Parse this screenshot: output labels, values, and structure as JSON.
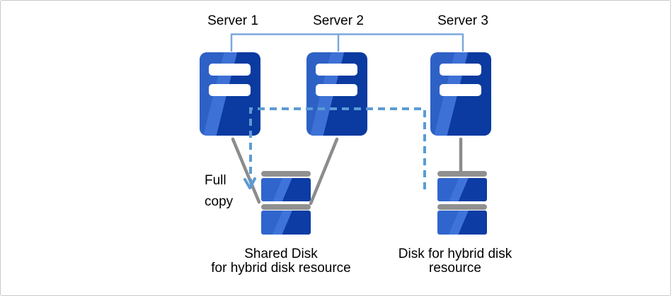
{
  "labels": {
    "server1": "Server 1",
    "server2": "Server 2",
    "server3": "Server 3",
    "full_copy_line1": "Full",
    "full_copy_line2": "copy",
    "shared_disk_line1": "Shared Disk",
    "shared_disk_line2": "for hybrid disk resource",
    "hybrid_disk_line1": "Disk for hybrid disk",
    "hybrid_disk_line2": "resource"
  },
  "structure": {
    "type": "cluster-topology-diagram",
    "servers": [
      "Server 1",
      "Server 2",
      "Server 3"
    ],
    "disks": [
      "Shared Disk for hybrid disk resource",
      "Disk for hybrid disk resource"
    ],
    "connections": [
      {
        "from": "Server 1",
        "to": "Shared Disk for hybrid disk resource",
        "style": "solid-gray"
      },
      {
        "from": "Server 2",
        "to": "Shared Disk for hybrid disk resource",
        "style": "solid-gray"
      },
      {
        "from": "Server 3",
        "to": "Disk for hybrid disk resource",
        "style": "solid-gray"
      },
      {
        "from": "Server 1",
        "to": "Server 3",
        "via": "Server 2",
        "style": "interconnect-light-blue"
      },
      {
        "from": "Disk for hybrid disk resource",
        "to": "Shared Disk for hybrid disk resource",
        "style": "dashed-blue-arrow",
        "label": "Full copy"
      }
    ]
  },
  "colors": {
    "server_blue": "#2e61c6",
    "server_blue_light": "#3e71d6",
    "server_blue_dark": "#0b3aa0",
    "disk_gray": "#909090",
    "line_gray": "#8c8c8c",
    "interconnect_blue": "#7aa8db",
    "dashed_arrow_blue": "#5b9bd5",
    "text": "#000000",
    "frame_border": "#c9c9c9"
  },
  "icons": {
    "server": "server-tower-icon",
    "disk": "disk-stack-icon",
    "arrow": "down-chevron-arrowhead-icon"
  }
}
